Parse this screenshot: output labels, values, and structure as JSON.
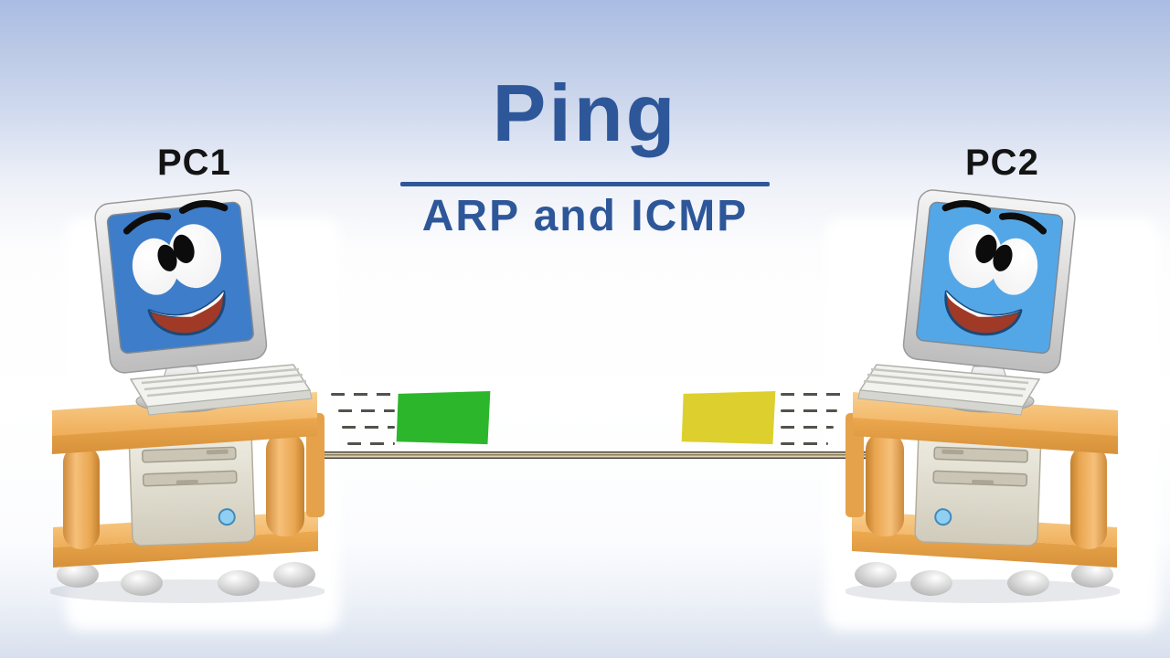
{
  "heading": {
    "title": "Ping",
    "subtitle": "ARP and ICMP",
    "accent_color": "#2e5799"
  },
  "computers": {
    "pc1": {
      "label": "PC1",
      "screen_color": "#3e7dc9"
    },
    "pc2": {
      "label": "PC2",
      "screen_color": "#54a7e6"
    }
  },
  "packets": {
    "request": {
      "icon": "envelope-icon",
      "color": "#2cb62c",
      "stroke": "#3c5a34",
      "direction": "left-to-right"
    },
    "reply": {
      "icon": "envelope-icon",
      "color": "#ddd02e",
      "stroke": "#5c5c40",
      "direction": "right-to-left"
    }
  },
  "cable": {
    "color_dark": "#4a4438",
    "color_light": "#ded3b8"
  }
}
